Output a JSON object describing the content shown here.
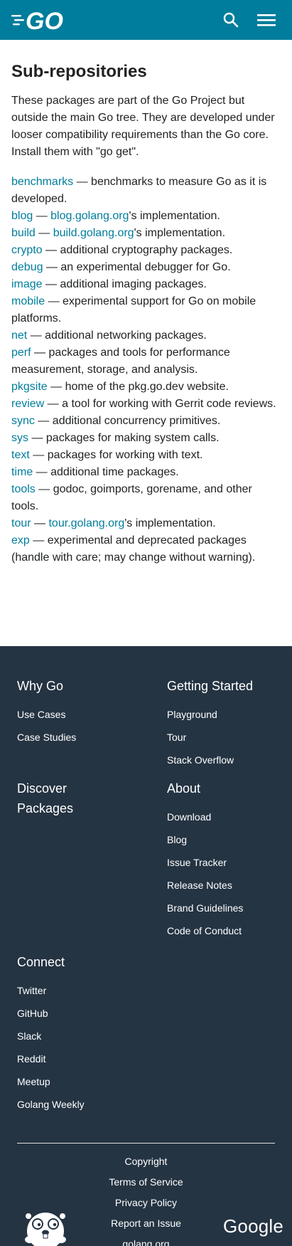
{
  "header": {
    "logo_text": "GO",
    "search_icon": "search-icon",
    "menu_icon": "hamburger-menu-icon"
  },
  "main": {
    "title": "Sub-repositories",
    "intro": "These packages are part of the Go Project but outside the main Go tree. They are developed under looser compatibility requirements than the Go core. Install them with \"go get\".",
    "repos": [
      {
        "name": "benchmarks",
        "sep": " — ",
        "desc": "benchmarks to measure Go as it is developed."
      },
      {
        "name": "blog",
        "sep": " — ",
        "link": "blog.golang.org",
        "desc": "'s implementation."
      },
      {
        "name": "build",
        "sep": " — ",
        "link": "build.golang.org",
        "desc": "'s implementation."
      },
      {
        "name": "crypto",
        "sep": " — ",
        "desc": "additional cryptography packages."
      },
      {
        "name": "debug",
        "sep": " — ",
        "desc": "an experimental debugger for Go."
      },
      {
        "name": "image",
        "sep": " — ",
        "desc": "additional imaging packages."
      },
      {
        "name": "mobile",
        "sep": " — ",
        "desc": "experimental support for Go on mobile platforms."
      },
      {
        "name": "net",
        "sep": " — ",
        "desc": "additional networking packages."
      },
      {
        "name": "perf",
        "sep": " — ",
        "desc": "packages and tools for performance measurement, storage, and analysis."
      },
      {
        "name": "pkgsite",
        "sep": " — ",
        "desc": "home of the pkg.go.dev website."
      },
      {
        "name": "review",
        "sep": " — ",
        "desc": "a tool for working with Gerrit code reviews."
      },
      {
        "name": "sync",
        "sep": " — ",
        "desc": "additional concurrency primitives."
      },
      {
        "name": "sys",
        "sep": " — ",
        "desc": "packages for making system calls."
      },
      {
        "name": "text",
        "sep": " — ",
        "desc": "packages for working with text."
      },
      {
        "name": "time",
        "sep": " — ",
        "desc": "additional time packages."
      },
      {
        "name": "tools",
        "sep": " — ",
        "desc": "godoc, goimports, gorename, and other tools."
      },
      {
        "name": "tour",
        "sep": " — ",
        "link": "tour.golang.org",
        "desc": "'s implementation."
      },
      {
        "name": "exp",
        "sep": " — ",
        "desc": "experimental and deprecated packages (handle with care; may change without warning)."
      }
    ]
  },
  "footer": {
    "why_go": {
      "title": "Why Go",
      "links": [
        "Use Cases",
        "Case Studies"
      ]
    },
    "getting_started": {
      "title": "Getting Started",
      "links": [
        "Playground",
        "Tour",
        "Stack Overflow"
      ]
    },
    "discover": {
      "title": "Discover Packages"
    },
    "about": {
      "title": "About",
      "links": [
        "Download",
        "Blog",
        "Issue Tracker",
        "Release Notes",
        "Brand Guidelines",
        "Code of Conduct"
      ]
    },
    "connect": {
      "title": "Connect",
      "links": [
        "Twitter",
        "GitHub",
        "Slack",
        "Reddit",
        "Meetup",
        "Golang Weekly"
      ]
    },
    "bottom_links": [
      "Copyright",
      "Terms of Service",
      "Privacy Policy",
      "Report an Issue",
      "golang.org"
    ],
    "google_text": "Google"
  },
  "colors": {
    "header_bg": "#007d9c",
    "link": "#007d9c",
    "footer_bg": "#253443"
  }
}
